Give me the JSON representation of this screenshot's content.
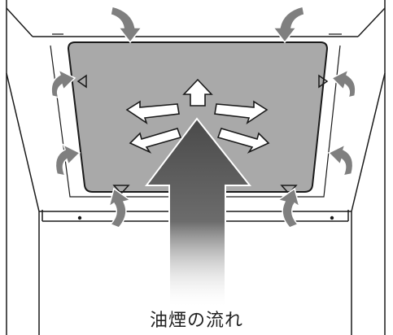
{
  "caption": "油煙の流れ",
  "colors": {
    "line": "#1a1a1a",
    "filter_fill": "#a9a9a9",
    "arrow_small": "#7f7f7f",
    "arrow_large_top": "#4a4a4a",
    "arrow_large_bottom": "#d9d9d9"
  },
  "icons": [
    "triangle-left-marker",
    "triangle-right-marker",
    "triangle-down-marker",
    "curved-arrow",
    "straight-arrow"
  ]
}
